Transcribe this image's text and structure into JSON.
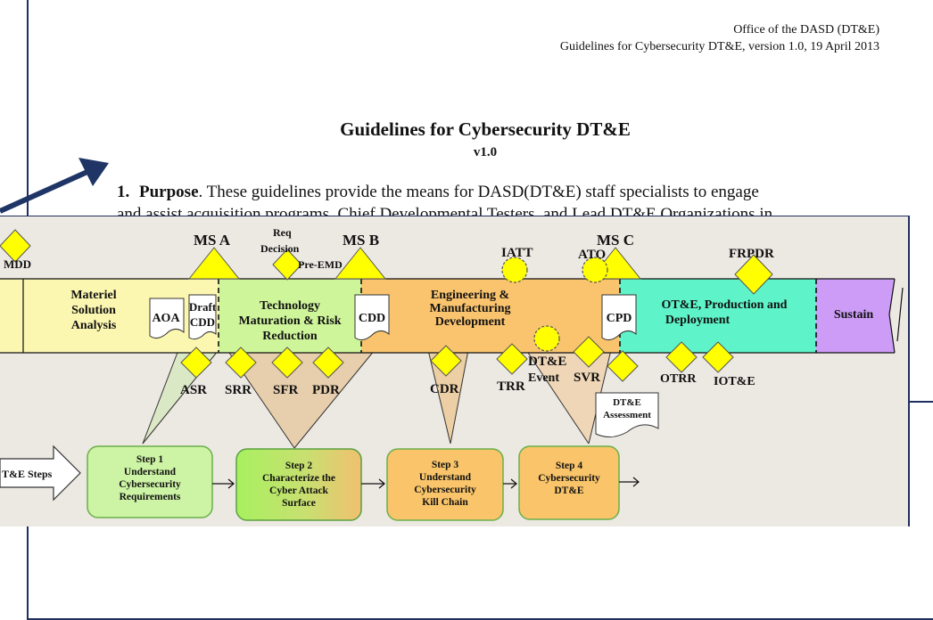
{
  "document": {
    "header_line1": "Office of the DASD (DT&E)",
    "header_line2": "Guidelines for Cybersecurity DT&E, version 1.0, 19 April 2013",
    "title": "Guidelines for Cybersecurity DT&E",
    "version": "v1.0",
    "section_number": "1.",
    "section_heading": "Purpose",
    "section_text": ". These guidelines provide the means for DASD(DT&E) staff specialists to engage",
    "section_text_line2": "and assist acquisition programs, Chief Developmental Testers, and Lead DT&E Organizations in"
  },
  "diagram": {
    "milestones": {
      "msa": "MS A",
      "msb": "MS B",
      "msc": "MS C"
    },
    "top_labels": {
      "mdd": "MDD",
      "req": "Req",
      "decision": "Decision",
      "pre_emd": "Pre-EMD",
      "iatt": "IATT",
      "ato": "ATO",
      "frpdr": "FRPDR"
    },
    "phases": {
      "msa_line1": "Materiel",
      "msa_line2": "Solution",
      "msa_line3": "Analysis",
      "tmrr_line1": "Technology",
      "tmrr_line2": "Maturation & Risk",
      "tmrr_line3": "Reduction",
      "emd_line1": "Engineering &",
      "emd_line2": "Manufacturing",
      "emd_line3": "Development",
      "ote_line1": "OT&E, Production and",
      "ote_line2": "Deployment",
      "sustain": "Sustain"
    },
    "docs": {
      "aoa": "AOA",
      "draft": "Draft",
      "cdd_draft": "CDD",
      "cdd": "CDD",
      "cpd": "CPD",
      "assess_line1": "DT&E",
      "assess_line2": "Assessment"
    },
    "reviews": {
      "asr": "ASR",
      "srr": "SRR",
      "sfr": "SFR",
      "pdr": "PDR",
      "cdr": "CDR",
      "trr": "TRR",
      "dte_event_line1": "DT&E",
      "dte_event_line2": "Event",
      "svr": "SVR",
      "otrr": "OTRR",
      "iote": "IOT&E"
    },
    "steps_arrow": "T&E Steps",
    "steps": [
      {
        "step": "Step 1",
        "line1": "Understand",
        "line2": "Cybersecurity",
        "line3": "Requirements"
      },
      {
        "step": "Step 2",
        "line1": "Characterize the",
        "line2": "Cyber Attack",
        "line3": "Surface"
      },
      {
        "step": "Step 3",
        "line1": "Understand",
        "line2": "Cybersecurity",
        "line3": "Kill Chain"
      },
      {
        "step": "Step 4",
        "line1": "Cybersecurity",
        "line2": "DT&E",
        "line3": ""
      }
    ]
  }
}
